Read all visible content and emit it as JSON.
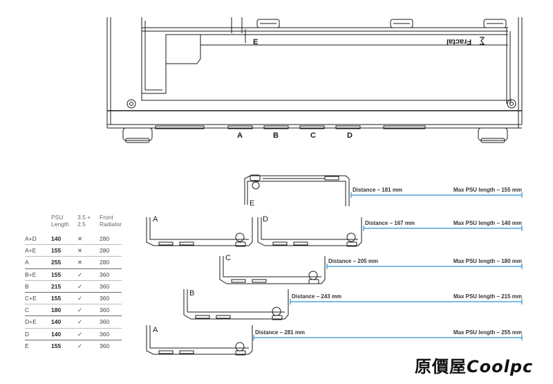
{
  "top_labels": [
    "A",
    "B",
    "C",
    "D",
    "E"
  ],
  "logo_text": "Fractal",
  "table": {
    "headers": {
      "col1": [
        "PSU",
        "Length"
      ],
      "col2": [
        "3.5 +",
        "2.5"
      ],
      "col3": [
        "Front",
        "Radiator"
      ]
    },
    "rows": [
      {
        "config": "A+D",
        "psu": "140",
        "drive": "✕",
        "radiator": "280"
      },
      {
        "config": "A+E",
        "psu": "155",
        "drive": "✕",
        "radiator": "280"
      },
      {
        "config": "A",
        "psu": "255",
        "drive": "✕",
        "radiator": "280"
      },
      {
        "config": "B+E",
        "psu": "155",
        "drive": "✓",
        "radiator": "360"
      },
      {
        "config": "B",
        "psu": "215",
        "drive": "✓",
        "radiator": "360"
      },
      {
        "config": "C+E",
        "psu": "155",
        "drive": "✓",
        "radiator": "360"
      },
      {
        "config": "C",
        "psu": "180",
        "drive": "✓",
        "radiator": "360"
      },
      {
        "config": "D+E",
        "psu": "140",
        "drive": "✓",
        "radiator": "360"
      },
      {
        "config": "D",
        "psu": "140",
        "drive": "✓",
        "radiator": "360"
      },
      {
        "config": "E",
        "psu": "155",
        "drive": "✓",
        "radiator": "360"
      }
    ]
  },
  "positions": [
    {
      "label": "E",
      "distance": "Distance – 181 mm",
      "max_psu": "Max PSU length – 155 mm"
    },
    {
      "label": "D",
      "distance": "Distance – 167 mm",
      "max_psu": "Max PSU length – 140 mm"
    },
    {
      "label": "A",
      "distance": "",
      "max_psu": ""
    },
    {
      "label": "C",
      "distance": "Distance – 205 mm",
      "max_psu": "Max PSU length – 180 mm"
    },
    {
      "label": "B",
      "distance": "Distance – 243 mm",
      "max_psu": "Max PSU length – 215 mm"
    },
    {
      "label": "A",
      "distance": "Distance – 281 mm",
      "max_psu": "Max PSU length – 255 mm"
    }
  ],
  "brand": {
    "part1": "原價屋",
    "part2": "Coolpc"
  },
  "colors": {
    "line": "#1a1a1a",
    "dimension": "#2a8fd0",
    "tray_fill": "#ffffff"
  }
}
